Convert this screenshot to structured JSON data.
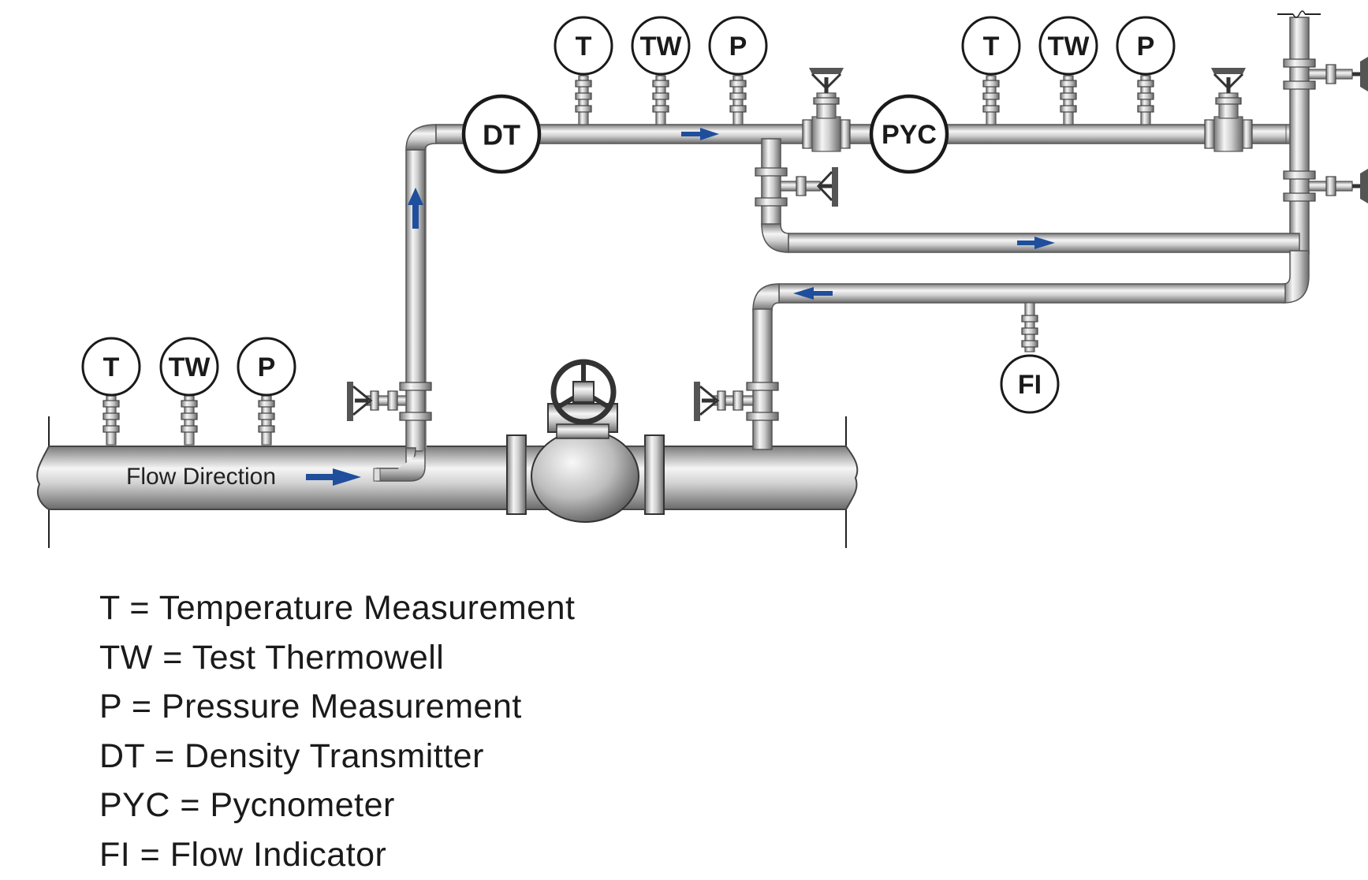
{
  "colors": {
    "pipe_dark": "#6f6f6f",
    "pipe_light": "#f4f4f4",
    "arrow": "#1f4e9c",
    "ink": "#1a1a1a"
  },
  "instruments": {
    "main_line": [
      {
        "tag": "T"
      },
      {
        "tag": "TW"
      },
      {
        "tag": "P"
      }
    ],
    "upper_left": [
      {
        "tag": "T"
      },
      {
        "tag": "TW"
      },
      {
        "tag": "P"
      }
    ],
    "upper_right": [
      {
        "tag": "T"
      },
      {
        "tag": "TW"
      },
      {
        "tag": "P"
      }
    ],
    "density_transmitter": "DT",
    "pycnometer": "PYC",
    "flow_indicator": "FI"
  },
  "flow_label": "Flow Direction",
  "legend": [
    "T = Temperature Measurement",
    "TW = Test Thermowell",
    "P = Pressure Measurement",
    "DT = Density Transmitter",
    "PYC = Pycnometer",
    "FI = Flow Indicator"
  ]
}
